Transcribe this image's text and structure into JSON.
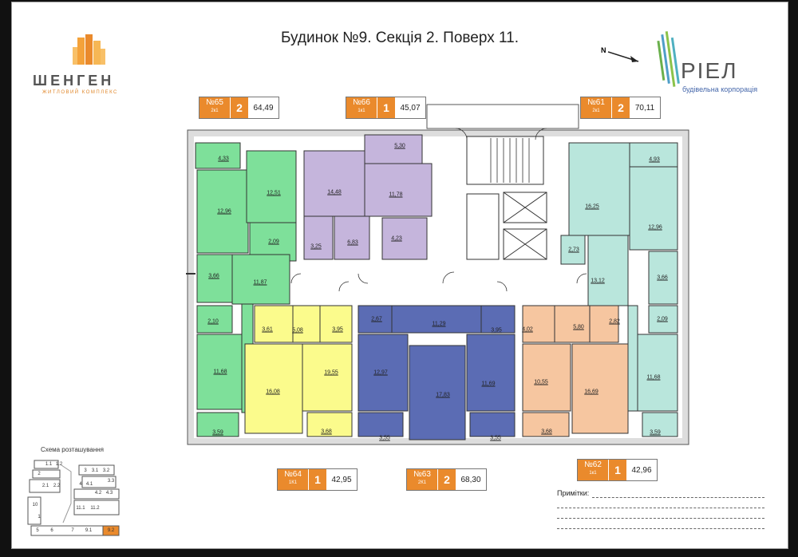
{
  "title": "Будинок №9. Секція 2. Поверх 11.",
  "logo_left": {
    "name": "ШЕНГЕН",
    "subtitle": "ЖИТЛОВИЙ КОМПЛЕКС"
  },
  "logo_right": {
    "name": "РІЕЛ",
    "subtitle": "будівельна корпорація"
  },
  "north_label": "N",
  "apartments": [
    {
      "no": "№65",
      "type": "2к1",
      "rooms": "2",
      "area": "64,49"
    },
    {
      "no": "№66",
      "type": "1к1",
      "rooms": "1",
      "area": "45,07"
    },
    {
      "no": "№61",
      "type": "2к1",
      "rooms": "2",
      "area": "70,11"
    },
    {
      "no": "№64",
      "type": "1К1",
      "rooms": "1",
      "area": "42,95"
    },
    {
      "no": "№63",
      "type": "2К1",
      "rooms": "2",
      "area": "68,30"
    },
    {
      "no": "№62",
      "type": "1к1",
      "rooms": "1",
      "area": "42,96"
    }
  ],
  "room_areas": [
    "4,33",
    "12,51",
    "14,48",
    "5,30",
    "11,78",
    "6,83",
    "3,25",
    "4,23",
    "12,96",
    "2,09",
    "3,66",
    "11,87",
    "2,10",
    "11,68",
    "3,59",
    "3,61",
    "5,08",
    "3,95",
    "19,55",
    "16,08",
    "3,68",
    "2,67",
    "11,29",
    "3,95",
    "12,97",
    "17,83",
    "11,69",
    "3,55",
    "3,55",
    "4,02",
    "5,80",
    "2,82",
    "10,55",
    "16,69",
    "3,68",
    "4,93",
    "16,25",
    "12,96",
    "2,73",
    "13,12",
    "3,66",
    "2,09",
    "11,68",
    "3,59"
  ],
  "scheme": {
    "title": "Схема розташування",
    "labels": [
      "1.1",
      "1.2",
      "2",
      "2.1",
      "2.2",
      "3",
      "3.1",
      "3.2",
      "3.3",
      "4",
      "4.1",
      "4.2",
      "4.3",
      "10",
      "11.1",
      "11.2",
      "5",
      "6",
      "7",
      "9.1",
      "9.2",
      "1"
    ]
  },
  "notes_label": "Примітки:",
  "colors": {
    "accent": "#ea8a2c",
    "green": "#7ee09a",
    "purple": "#c5b5dc",
    "blue": "#5b6cb4",
    "yellow": "#fbfb8c",
    "orange": "#f6c6a0",
    "teal": "#b9e6dc"
  }
}
